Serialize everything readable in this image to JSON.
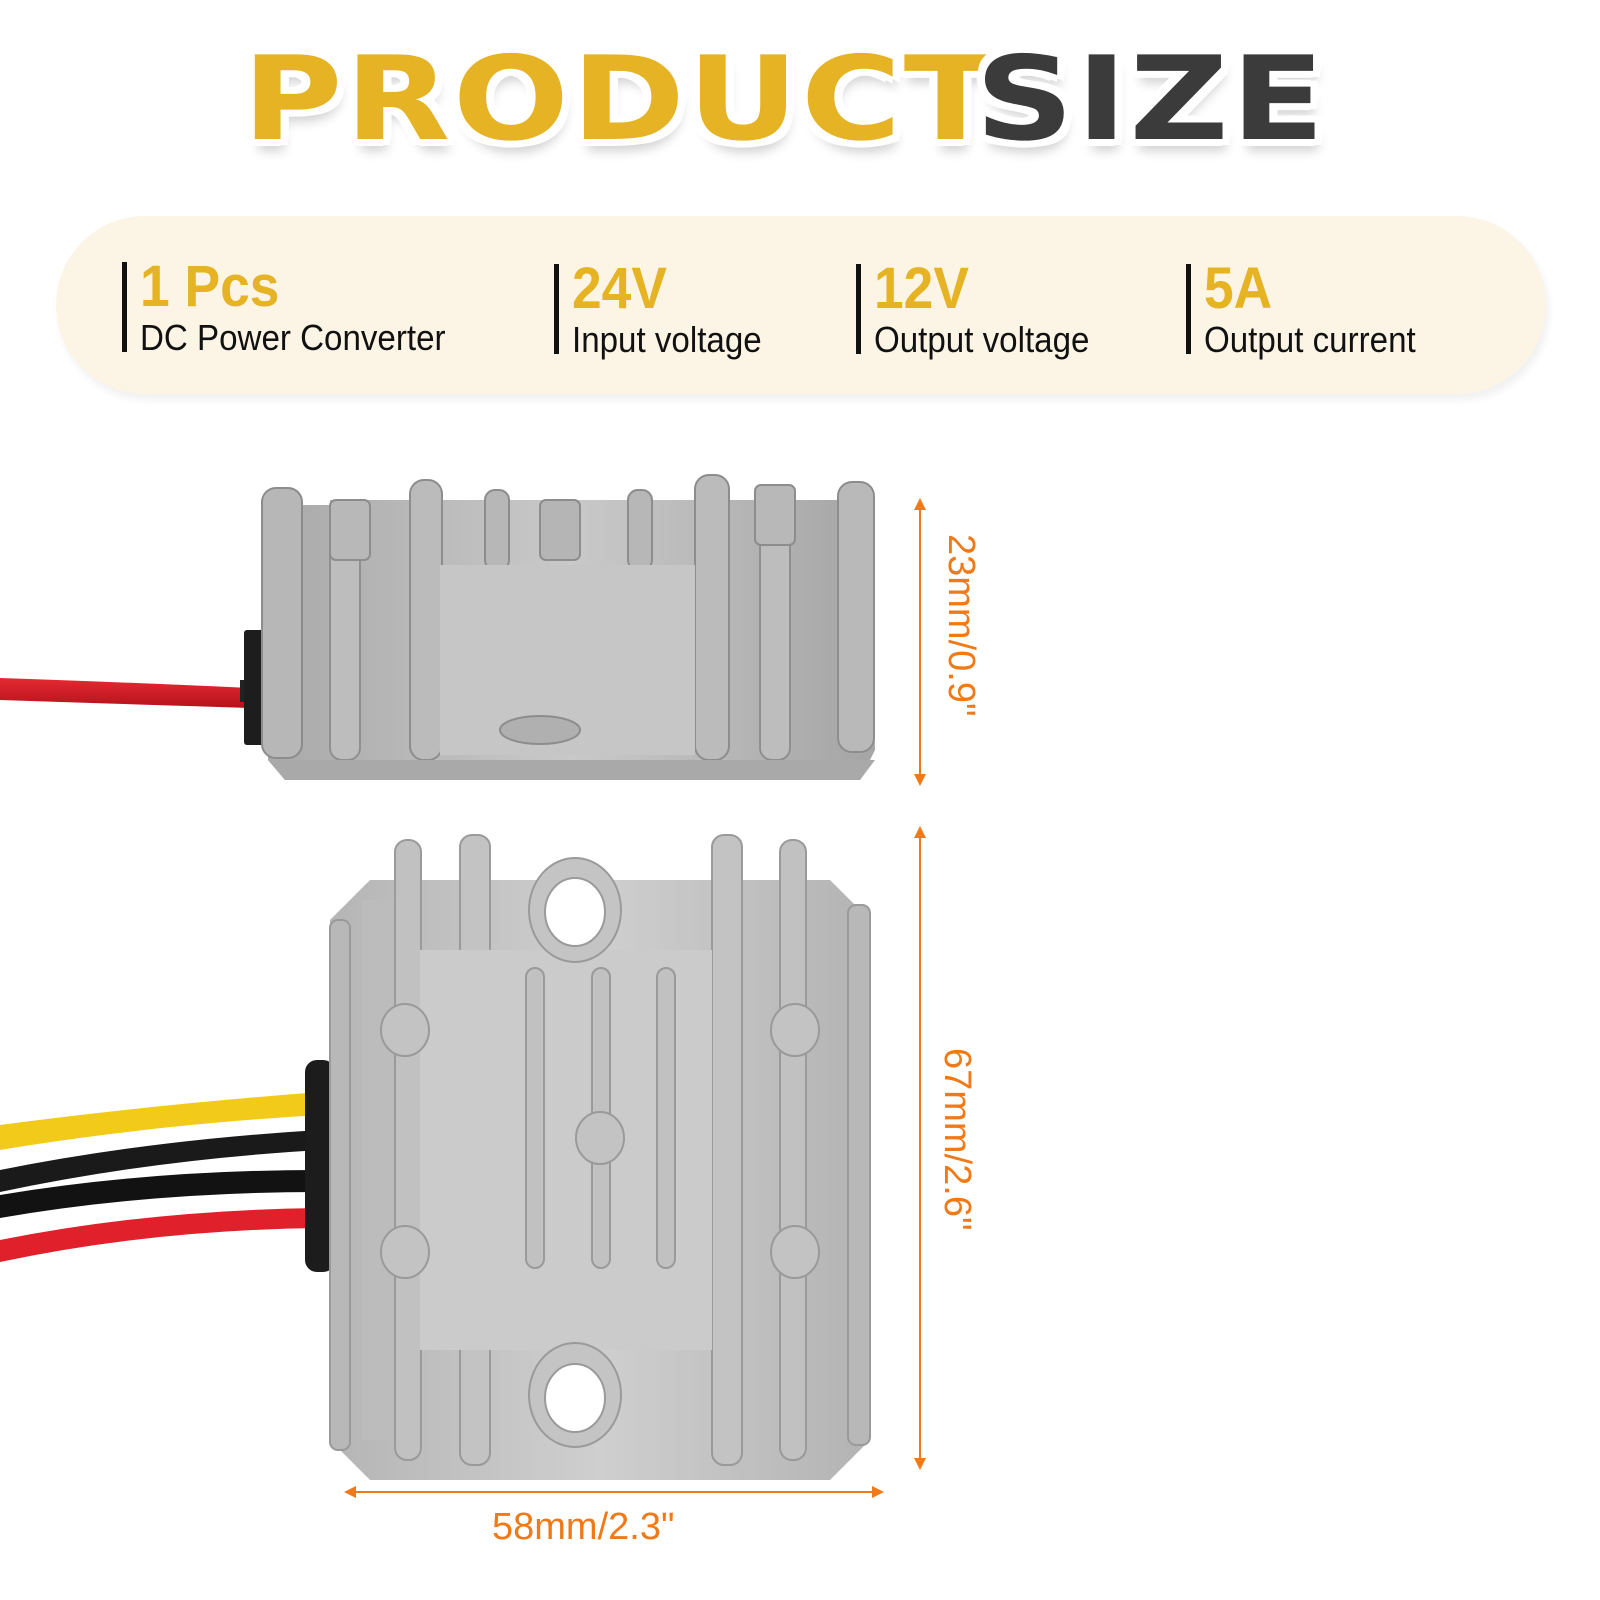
{
  "title": {
    "word_primary": "PRODUCT",
    "word_secondary": "SIZE",
    "colors": {
      "primary": "#e5b323",
      "secondary": "#3b3b3b"
    }
  },
  "specs": [
    {
      "value": "1 Pcs",
      "label": "DC Power Converter"
    },
    {
      "value": "24V",
      "label": "Input voltage"
    },
    {
      "value": "12V",
      "label": "Output voltage"
    },
    {
      "value": "5A",
      "label": "Output current"
    }
  ],
  "dimensions": {
    "height": "23mm/0.9\"",
    "length": "67mm/2.6\"",
    "width": "58mm/2.3\"",
    "color": "#f07a17"
  },
  "products": {
    "side_view": {
      "icon": "dc-converter-side-view",
      "wires": [
        "red",
        "black"
      ]
    },
    "top_view": {
      "icon": "dc-converter-top-view",
      "wires": [
        "yellow",
        "black",
        "black",
        "red"
      ]
    }
  },
  "colors": {
    "accent": "#e5b323",
    "spec_bg": "#fcf5e6",
    "dimension": "#f07a17",
    "aluminum": "#b9b9b9"
  }
}
